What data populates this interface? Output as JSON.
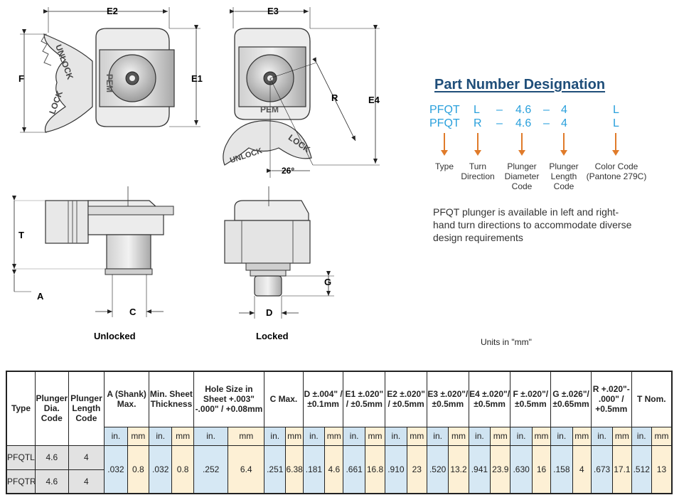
{
  "drawing": {
    "dim_e2": "E2",
    "dim_e3": "E3",
    "dim_f": "F",
    "dim_e1": "E1",
    "dim_r": "R",
    "dim_e4": "E4",
    "dim_angle": "26°",
    "dim_t": "T",
    "dim_a": "A",
    "dim_c": "C",
    "dim_d": "D",
    "dim_g": "G",
    "label_unlocked": "Unlocked",
    "label_locked": "Locked",
    "wing_unlock": "UNLOCK",
    "wing_lock": "LOCK",
    "logo_pem": "PEM"
  },
  "designation": {
    "title": "Part Number Designation",
    "row1": {
      "prefix": "PFQT",
      "turn": "L",
      "dash1": "–",
      "diameter": "4.6",
      "dash2": "–",
      "length": "4",
      "color": "L"
    },
    "row2": {
      "prefix": "PFQT",
      "turn": "R",
      "dash1": "–",
      "diameter": "4.6",
      "dash2": "–",
      "length": "4",
      "color": "L"
    },
    "descriptors": {
      "type": "Type",
      "turn": "Turn\nDirection",
      "diameter": "Plunger\nDiameter\nCode",
      "length": "Plunger\nLength\nCode",
      "color": "Color Code\n(Pantone 279C)"
    },
    "arrow_color": "#e07b2a",
    "code_color": "#2aa0dc",
    "title_color": "#1f4e79"
  },
  "note": "PFQT plunger is available in left and right-hand turn directions to accommodate diverse design requirements",
  "units_note": "Units in \"mm\"",
  "table": {
    "headers": {
      "type": "Type",
      "dia_code": "Plunger Dia. Code",
      "len_code": "Plunger Length Code",
      "a": "A (Shank) Max.",
      "min_sheet": "Min. Sheet Thickness",
      "hole": "Hole Size in Sheet +.003\" -.000\" / +0.08mm",
      "c": "C Max.",
      "d": "D ±.004\" / ±0.1mm",
      "e1": "E1 ±.020\" / ±0.5mm",
      "e2": "E2 ±.020\" / ±0.5mm",
      "e3": "E3 ±.020\"/ ±0.5mm",
      "e4": "E4 ±.020\"/ ±0.5mm",
      "f": "F ±.020\"/ ±0.5mm",
      "g": "G ±.026\"/ ±0.65mm",
      "r": "R +.020\"- .000\" / +0.5mm",
      "t": "T Nom."
    },
    "unit_in": "in.",
    "unit_mm": "mm",
    "rows": [
      {
        "type": "PFQTL",
        "dia": "4.6",
        "len": "4"
      },
      {
        "type": "PFQTR",
        "dia": "4.6",
        "len": "4"
      }
    ],
    "values": {
      "a_in": ".032",
      "a_mm": "0.8",
      "sheet_in": ".032",
      "sheet_mm": "0.8",
      "hole_in": ".252",
      "hole_mm": "6.4",
      "c_in": ".251",
      "c_mm": "6.38",
      "d_in": ".181",
      "d_mm": "4.6",
      "e1_in": ".661",
      "e1_mm": "16.8",
      "e2_in": ".910",
      "e2_mm": "23",
      "e3_in": ".520",
      "e3_mm": "13.2",
      "e4_in": ".941",
      "e4_mm": "23.9",
      "f_in": ".630",
      "f_mm": "16",
      "g_in": ".158",
      "g_mm": "4",
      "r_in": ".673",
      "r_mm": "17.1",
      "t_in": ".512",
      "t_mm": "13"
    }
  }
}
